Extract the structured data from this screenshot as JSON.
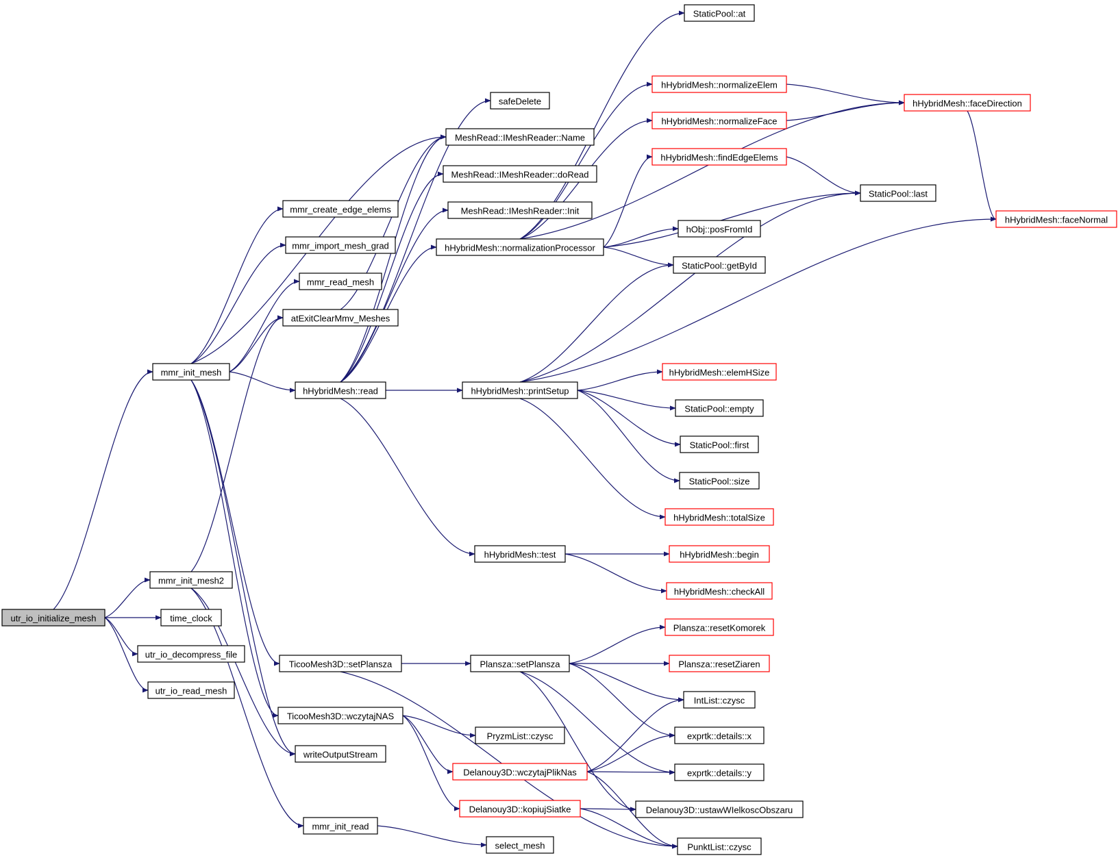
{
  "colors": {
    "edge": "#191970",
    "border_normal": "#000000",
    "border_truncated": "#ff0000",
    "root_fill": "#bfbfbf",
    "node_fill": "#ffffff"
  },
  "nodes": [
    {
      "id": "utr_io_initialize_mesh",
      "label": "utr_io_initialize_mesh",
      "style": "root"
    },
    {
      "id": "mmr_init_mesh",
      "label": "mmr_init_mesh",
      "style": "normal"
    },
    {
      "id": "mmr_init_mesh2",
      "label": "mmr_init_mesh2",
      "style": "normal"
    },
    {
      "id": "time_clock",
      "label": "time_clock",
      "style": "normal"
    },
    {
      "id": "utr_io_decompress_file",
      "label": "utr_io_decompress_file",
      "style": "normal"
    },
    {
      "id": "utr_io_read_mesh",
      "label": "utr_io_read_mesh",
      "style": "normal"
    },
    {
      "id": "mmr_create_edge_elems",
      "label": "mmr_create_edge_elems",
      "style": "normal"
    },
    {
      "id": "mmr_import_mesh_grad",
      "label": "mmr_import_mesh_grad",
      "style": "normal"
    },
    {
      "id": "mmr_read_mesh",
      "label": "mmr_read_mesh",
      "style": "normal"
    },
    {
      "id": "atExitClearMmv_Meshes",
      "label": "atExitClearMmv_Meshes",
      "style": "normal"
    },
    {
      "id": "hHybridMesh_read",
      "label": "hHybridMesh::read",
      "style": "normal"
    },
    {
      "id": "TicooMesh3D_setPlansza",
      "label": "TicooMesh3D::setPlansza",
      "style": "normal"
    },
    {
      "id": "TicooMesh3D_wczytajNAS",
      "label": "TicooMesh3D::wczytajNAS",
      "style": "normal"
    },
    {
      "id": "writeOutputStream",
      "label": "writeOutputStream",
      "style": "normal"
    },
    {
      "id": "mmr_init_read",
      "label": "mmr_init_read",
      "style": "normal"
    },
    {
      "id": "safeDelete",
      "label": "safeDelete",
      "style": "normal"
    },
    {
      "id": "MeshRead_Name",
      "label": "MeshRead::IMeshReader::Name",
      "style": "normal"
    },
    {
      "id": "MeshRead_doRead",
      "label": "MeshRead::IMeshReader::doRead",
      "style": "normal"
    },
    {
      "id": "MeshRead_Init",
      "label": "MeshRead::IMeshReader::Init",
      "style": "normal"
    },
    {
      "id": "hHybridMesh_normalizationProcessor",
      "label": "hHybridMesh::normalizationProcessor",
      "style": "normal"
    },
    {
      "id": "hHybridMesh_printSetup",
      "label": "hHybridMesh::printSetup",
      "style": "normal"
    },
    {
      "id": "hHybridMesh_test",
      "label": "hHybridMesh::test",
      "style": "normal"
    },
    {
      "id": "Plansza_setPlansza",
      "label": "Plansza::setPlansza",
      "style": "normal"
    },
    {
      "id": "PryzmList_czysc",
      "label": "PryzmList::czysc",
      "style": "normal"
    },
    {
      "id": "Delanouy3D_wczytajPlikNas",
      "label": "Delanouy3D::wczytajPlikNas",
      "style": "truncated"
    },
    {
      "id": "Delanouy3D_kopiujSiatke",
      "label": "Delanouy3D::kopiujSiatke",
      "style": "truncated"
    },
    {
      "id": "select_mesh",
      "label": "select_mesh",
      "style": "normal"
    },
    {
      "id": "StaticPool_at",
      "label": "StaticPool::at",
      "style": "normal"
    },
    {
      "id": "hHybridMesh_normalizeElem",
      "label": "hHybridMesh::normalizeElem",
      "style": "truncated"
    },
    {
      "id": "hHybridMesh_normalizeFace",
      "label": "hHybridMesh::normalizeFace",
      "style": "truncated"
    },
    {
      "id": "hHybridMesh_findEdgeElems",
      "label": "hHybridMesh::findEdgeElems",
      "style": "truncated"
    },
    {
      "id": "hObj_posFromId",
      "label": "hObj::posFromId",
      "style": "normal"
    },
    {
      "id": "StaticPool_getById",
      "label": "StaticPool::getById",
      "style": "normal"
    },
    {
      "id": "hHybridMesh_elemHSize",
      "label": "hHybridMesh::elemHSize",
      "style": "truncated"
    },
    {
      "id": "StaticPool_empty",
      "label": "StaticPool::empty",
      "style": "normal"
    },
    {
      "id": "StaticPool_first",
      "label": "StaticPool::first",
      "style": "normal"
    },
    {
      "id": "StaticPool_size",
      "label": "StaticPool::size",
      "style": "normal"
    },
    {
      "id": "hHybridMesh_totalSize",
      "label": "hHybridMesh::totalSize",
      "style": "truncated"
    },
    {
      "id": "hHybridMesh_begin",
      "label": "hHybridMesh::begin",
      "style": "truncated"
    },
    {
      "id": "hHybridMesh_checkAll",
      "label": "hHybridMesh::checkAll",
      "style": "truncated"
    },
    {
      "id": "Plansza_resetKomorek",
      "label": "Plansza::resetKomorek",
      "style": "truncated"
    },
    {
      "id": "Plansza_resetZiaren",
      "label": "Plansza::resetZiaren",
      "style": "truncated"
    },
    {
      "id": "IntList_czysc",
      "label": "IntList::czysc",
      "style": "normal"
    },
    {
      "id": "exprtk_details_x",
      "label": "exprtk::details::x",
      "style": "normal"
    },
    {
      "id": "exprtk_details_y",
      "label": "exprtk::details::y",
      "style": "normal"
    },
    {
      "id": "Delanouy3D_ustawWIelkoscObszaru",
      "label": "Delanouy3D::ustawWIelkoscObszaru",
      "style": "normal"
    },
    {
      "id": "PunktList_czysc",
      "label": "PunktList::czysc",
      "style": "normal"
    },
    {
      "id": "StaticPool_last",
      "label": "StaticPool::last",
      "style": "normal"
    },
    {
      "id": "hHybridMesh_faceDirection",
      "label": "hHybridMesh::faceDirection",
      "style": "truncated"
    },
    {
      "id": "hHybridMesh_faceNormal",
      "label": "hHybridMesh::faceNormal",
      "style": "truncated"
    }
  ],
  "edges": [
    [
      "utr_io_initialize_mesh",
      "mmr_init_mesh"
    ],
    [
      "utr_io_initialize_mesh",
      "mmr_init_mesh2"
    ],
    [
      "utr_io_initialize_mesh",
      "time_clock"
    ],
    [
      "utr_io_initialize_mesh",
      "utr_io_decompress_file"
    ],
    [
      "utr_io_initialize_mesh",
      "utr_io_read_mesh"
    ],
    [
      "mmr_init_mesh",
      "mmr_create_edge_elems"
    ],
    [
      "mmr_init_mesh",
      "mmr_import_mesh_grad"
    ],
    [
      "mmr_init_mesh",
      "mmr_read_mesh"
    ],
    [
      "mmr_init_mesh",
      "atExitClearMmv_Meshes"
    ],
    [
      "mmr_init_mesh",
      "MeshRead_Name"
    ],
    [
      "mmr_init_mesh",
      "hHybridMesh_read"
    ],
    [
      "mmr_init_mesh",
      "TicooMesh3D_setPlansza"
    ],
    [
      "mmr_init_mesh",
      "TicooMesh3D_wczytajNAS"
    ],
    [
      "mmr_init_mesh",
      "writeOutputStream"
    ],
    [
      "mmr_init_mesh2",
      "atExitClearMmv_Meshes"
    ],
    [
      "mmr_init_mesh2",
      "writeOutputStream"
    ],
    [
      "mmr_init_mesh2",
      "mmr_init_read"
    ],
    [
      "atExitClearMmv_Meshes",
      "MeshRead_Name"
    ],
    [
      "hHybridMesh_read",
      "safeDelete"
    ],
    [
      "hHybridMesh_read",
      "MeshRead_Name"
    ],
    [
      "hHybridMesh_read",
      "MeshRead_doRead"
    ],
    [
      "hHybridMesh_read",
      "MeshRead_Init"
    ],
    [
      "hHybridMesh_read",
      "hHybridMesh_normalizationProcessor"
    ],
    [
      "hHybridMesh_read",
      "hHybridMesh_printSetup"
    ],
    [
      "hHybridMesh_read",
      "hHybridMesh_test"
    ],
    [
      "TicooMesh3D_setPlansza",
      "Plansza_setPlansza"
    ],
    [
      "TicooMesh3D_setPlansza",
      "PunktList_czysc"
    ],
    [
      "TicooMesh3D_wczytajNAS",
      "PryzmList_czysc"
    ],
    [
      "TicooMesh3D_wczytajNAS",
      "Delanouy3D_wczytajPlikNas"
    ],
    [
      "TicooMesh3D_wczytajNAS",
      "Delanouy3D_kopiujSiatke"
    ],
    [
      "mmr_init_read",
      "select_mesh"
    ],
    [
      "hHybridMesh_normalizationProcessor",
      "StaticPool_at"
    ],
    [
      "hHybridMesh_normalizationProcessor",
      "hHybridMesh_faceDirection"
    ],
    [
      "hHybridMesh_normalizationProcessor",
      "hHybridMesh_normalizeElem"
    ],
    [
      "hHybridMesh_normalizationProcessor",
      "hHybridMesh_normalizeFace"
    ],
    [
      "hHybridMesh_normalizationProcessor",
      "hHybridMesh_findEdgeElems"
    ],
    [
      "hHybridMesh_normalizationProcessor",
      "StaticPool_last"
    ],
    [
      "hHybridMesh_normalizationProcessor",
      "hObj_posFromId"
    ],
    [
      "hHybridMesh_normalizationProcessor",
      "StaticPool_getById"
    ],
    [
      "hHybridMesh_normalizeElem",
      "hHybridMesh_faceDirection"
    ],
    [
      "hHybridMesh_normalizeFace",
      "hHybridMesh_faceDirection"
    ],
    [
      "hHybridMesh_findEdgeElems",
      "StaticPool_last"
    ],
    [
      "hHybridMesh_faceDirection",
      "hHybridMesh_faceNormal"
    ],
    [
      "hHybridMesh_printSetup",
      "StaticPool_getById"
    ],
    [
      "hHybridMesh_printSetup",
      "StaticPool_last"
    ],
    [
      "hHybridMesh_printSetup",
      "hHybridMesh_faceNormal"
    ],
    [
      "hHybridMesh_printSetup",
      "hHybridMesh_elemHSize"
    ],
    [
      "hHybridMesh_printSetup",
      "StaticPool_empty"
    ],
    [
      "hHybridMesh_printSetup",
      "StaticPool_first"
    ],
    [
      "hHybridMesh_printSetup",
      "StaticPool_size"
    ],
    [
      "hHybridMesh_printSetup",
      "hHybridMesh_totalSize"
    ],
    [
      "hHybridMesh_test",
      "hHybridMesh_begin"
    ],
    [
      "hHybridMesh_test",
      "hHybridMesh_checkAll"
    ],
    [
      "Plansza_setPlansza",
      "Plansza_resetKomorek"
    ],
    [
      "Plansza_setPlansza",
      "Plansza_resetZiaren"
    ],
    [
      "Plansza_setPlansza",
      "IntList_czysc"
    ],
    [
      "Plansza_setPlansza",
      "exprtk_details_x"
    ],
    [
      "Plansza_setPlansza",
      "exprtk_details_y"
    ],
    [
      "Plansza_setPlansza",
      "Delanouy3D_ustawWIelkoscObszaru"
    ],
    [
      "Delanouy3D_wczytajPlikNas",
      "IntList_czysc"
    ],
    [
      "Delanouy3D_wczytajPlikNas",
      "exprtk_details_x"
    ],
    [
      "Delanouy3D_wczytajPlikNas",
      "exprtk_details_y"
    ],
    [
      "Delanouy3D_wczytajPlikNas",
      "PunktList_czysc"
    ],
    [
      "Delanouy3D_kopiujSiatke",
      "Delanouy3D_ustawWIelkoscObszaru"
    ],
    [
      "Delanouy3D_kopiujSiatke",
      "PunktList_czysc"
    ]
  ]
}
